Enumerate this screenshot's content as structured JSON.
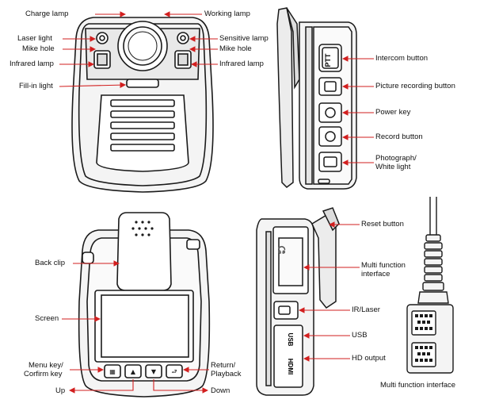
{
  "colors": {
    "arrow": "#d21f1f",
    "line": "#1a1a1a",
    "body_fill": "#f2f2f2"
  },
  "front_view": {
    "labels": {
      "charge_lamp": "Charge lamp",
      "working_lamp": "Working lamp",
      "laser_light": "Laser light",
      "sensitive_lamp": "Sensitive lamp",
      "mike_hole_left": "Mike hole",
      "mike_hole_right": "Mike hole",
      "infrared_lamp_left": "Infrared lamp",
      "infrared_lamp_right": "Infrared lamp",
      "fill_in_light": "Fill-in light"
    }
  },
  "side_view": {
    "labels": {
      "intercom_button": "Intercom button",
      "picture_recording_button": "Picture recording button",
      "power_key": "Power key",
      "record_button": "Record button",
      "photograph_white_light_1": "Photograph/",
      "photograph_white_light_2": "White light"
    },
    "ptt_text": "PTT"
  },
  "back_view": {
    "labels": {
      "back_clip": "Back clip",
      "screen": "Screen",
      "menu_key_1": "Menu key/",
      "menu_key_2": "Corfirm key",
      "return_1": "Return/",
      "return_2": "Playback",
      "up": "Up",
      "down": "Down"
    }
  },
  "port_view": {
    "labels": {
      "reset_button": "Reset button",
      "multi_function_1": "Multi function",
      "multi_function_2": "interface",
      "ir_laser": "IR/Laser",
      "usb": "USB",
      "hd_output": "HD output"
    },
    "usb_text": "USB",
    "hdmi_text": "HDMI"
  },
  "cable_view": {
    "label": "Multi function interface"
  }
}
